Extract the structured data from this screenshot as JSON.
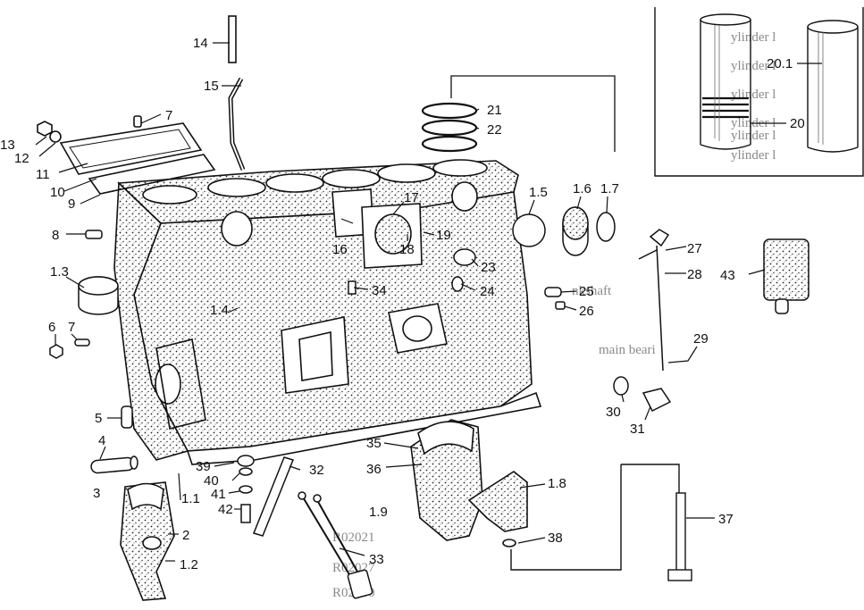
{
  "diagram": {
    "callouts": [
      {
        "id": "c-1-1",
        "text": "1.1"
      },
      {
        "id": "c-1-2",
        "text": "1.2"
      },
      {
        "id": "c-1-3",
        "text": "1.3"
      },
      {
        "id": "c-1-4",
        "text": "1.4"
      },
      {
        "id": "c-1-5",
        "text": "1.5"
      },
      {
        "id": "c-1-6",
        "text": "1.6"
      },
      {
        "id": "c-1-7",
        "text": "1.7"
      },
      {
        "id": "c-1-8",
        "text": "1.8"
      },
      {
        "id": "c-1-9",
        "text": "1.9"
      },
      {
        "id": "c-2",
        "text": "2"
      },
      {
        "id": "c-3",
        "text": "3"
      },
      {
        "id": "c-4",
        "text": "4"
      },
      {
        "id": "c-5",
        "text": "5"
      },
      {
        "id": "c-6",
        "text": "6"
      },
      {
        "id": "c-7a",
        "text": "7"
      },
      {
        "id": "c-7b",
        "text": "7"
      },
      {
        "id": "c-8",
        "text": "8"
      },
      {
        "id": "c-9",
        "text": "9"
      },
      {
        "id": "c-10",
        "text": "10"
      },
      {
        "id": "c-11",
        "text": "11"
      },
      {
        "id": "c-12",
        "text": "12"
      },
      {
        "id": "c-13",
        "text": "13"
      },
      {
        "id": "c-14",
        "text": "14"
      },
      {
        "id": "c-15",
        "text": "15"
      },
      {
        "id": "c-16",
        "text": "16"
      },
      {
        "id": "c-17",
        "text": "17"
      },
      {
        "id": "c-18",
        "text": "18"
      },
      {
        "id": "c-19",
        "text": "19"
      },
      {
        "id": "c-20",
        "text": "20"
      },
      {
        "id": "c-20-1",
        "text": "20.1"
      },
      {
        "id": "c-21",
        "text": "21"
      },
      {
        "id": "c-22",
        "text": "22"
      },
      {
        "id": "c-23",
        "text": "23"
      },
      {
        "id": "c-24",
        "text": "24"
      },
      {
        "id": "c-25",
        "text": "25"
      },
      {
        "id": "c-26",
        "text": "26"
      },
      {
        "id": "c-27",
        "text": "27"
      },
      {
        "id": "c-28",
        "text": "28"
      },
      {
        "id": "c-29",
        "text": "29"
      },
      {
        "id": "c-30",
        "text": "30"
      },
      {
        "id": "c-31",
        "text": "31"
      },
      {
        "id": "c-32",
        "text": "32"
      },
      {
        "id": "c-33",
        "text": "33"
      },
      {
        "id": "c-34",
        "text": "34"
      },
      {
        "id": "c-35",
        "text": "35"
      },
      {
        "id": "c-36",
        "text": "36"
      },
      {
        "id": "c-37",
        "text": "37"
      },
      {
        "id": "c-38",
        "text": "38"
      },
      {
        "id": "c-39",
        "text": "39"
      },
      {
        "id": "c-40",
        "text": "40"
      },
      {
        "id": "c-41",
        "text": "41"
      },
      {
        "id": "c-42",
        "text": "42"
      },
      {
        "id": "c-43",
        "text": "43"
      }
    ],
    "bleed_text": [
      {
        "id": "g1",
        "text": "ylinder l"
      },
      {
        "id": "g2",
        "text": "ylinder l"
      },
      {
        "id": "g3",
        "text": "ylinder l"
      },
      {
        "id": "g4",
        "text": "ylinder l"
      },
      {
        "id": "g5",
        "text": "ylinder l"
      },
      {
        "id": "g6",
        "text": "ylinder l"
      },
      {
        "id": "g7",
        "text": "nkshaft"
      },
      {
        "id": "g8",
        "text": "main beari"
      },
      {
        "id": "g9",
        "text": "R02021"
      },
      {
        "id": "g10",
        "text": "R02027"
      },
      {
        "id": "g11",
        "text": "R02000"
      }
    ]
  }
}
